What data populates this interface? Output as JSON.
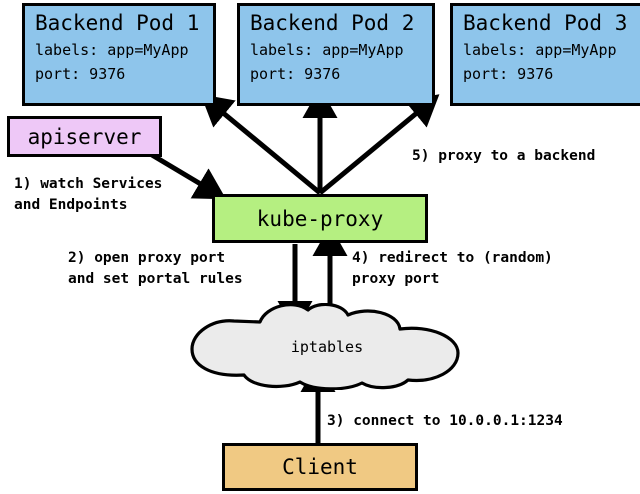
{
  "diagram": {
    "title": "kube-proxy service routing diagram",
    "colors": {
      "pod_fill": "#8ec5eb",
      "apiserver_fill": "#eec8f7",
      "kubeproxy_fill": "#b5ef81",
      "client_fill": "#f0c983",
      "cloud_fill": "#ebebeb",
      "stroke": "#000000",
      "background": "#ffffff"
    },
    "pods": [
      {
        "title": "Backend Pod 1",
        "labels_line": "labels: app=MyApp",
        "port_line": "port: 9376"
      },
      {
        "title": "Backend Pod 2",
        "labels_line": "labels: app=MyApp",
        "port_line": "port: 9376"
      },
      {
        "title": "Backend Pod 3",
        "labels_line": "labels: app=MyApp",
        "port_line": "port: 9376"
      }
    ],
    "apiserver": {
      "label": "apiserver"
    },
    "kubeproxy": {
      "label": "kube-proxy"
    },
    "iptables": {
      "label": "iptables"
    },
    "client": {
      "label": "Client"
    },
    "steps": [
      {
        "id": "step-1",
        "line1": "1) watch Services",
        "line2": "and Endpoints"
      },
      {
        "id": "step-2",
        "line1": "2) open proxy port",
        "line2": "and set portal rules"
      },
      {
        "id": "step-3",
        "line1": "3) connect to 10.0.0.1:1234",
        "line2": ""
      },
      {
        "id": "step-4",
        "line1": "4) redirect to (random)",
        "line2": "proxy port"
      },
      {
        "id": "step-5",
        "line1": "5) proxy to a backend",
        "line2": ""
      }
    ]
  }
}
